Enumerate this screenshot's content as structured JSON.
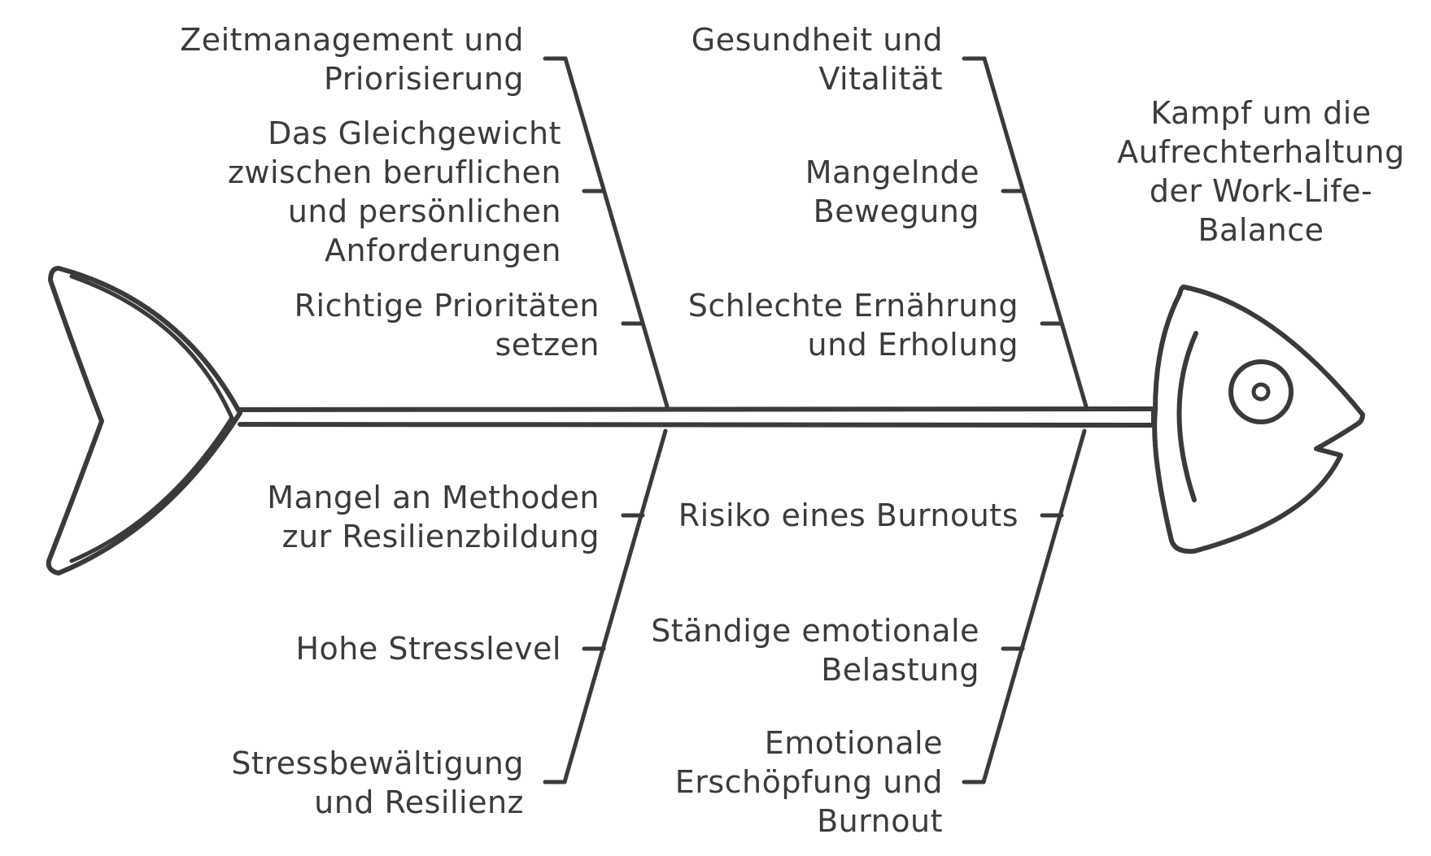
{
  "head_label": [
    "Kampf um die",
    "Aufrechterhaltung",
    "der Work-Life-",
    "Balance"
  ],
  "top_left": [
    [
      "Zeitmanagement und",
      "Priorisierung"
    ],
    [
      "Das Gleichgewicht",
      "zwischen beruflichen",
      "und persönlichen",
      "Anforderungen"
    ],
    [
      "Richtige Prioritäten",
      "setzen"
    ]
  ],
  "top_right": [
    [
      "Gesundheit und",
      "Vitalität"
    ],
    [
      "Mangelnde",
      "Bewegung"
    ],
    [
      "Schlechte Ernährung",
      "und Erholung"
    ]
  ],
  "bottom_left": [
    [
      "Mangel an Methoden",
      "zur Resilienzbildung"
    ],
    [
      "Hohe Stresslevel"
    ],
    [
      "Stressbewältigung",
      "und Resilienz"
    ]
  ],
  "bottom_right": [
    [
      "Risiko eines Burnouts"
    ],
    [
      "Ständige emotionale",
      "Belastung"
    ],
    [
      "Emotionale",
      "Erschöpfung und",
      "Burnout"
    ]
  ],
  "line_color": "#3a3a3a"
}
